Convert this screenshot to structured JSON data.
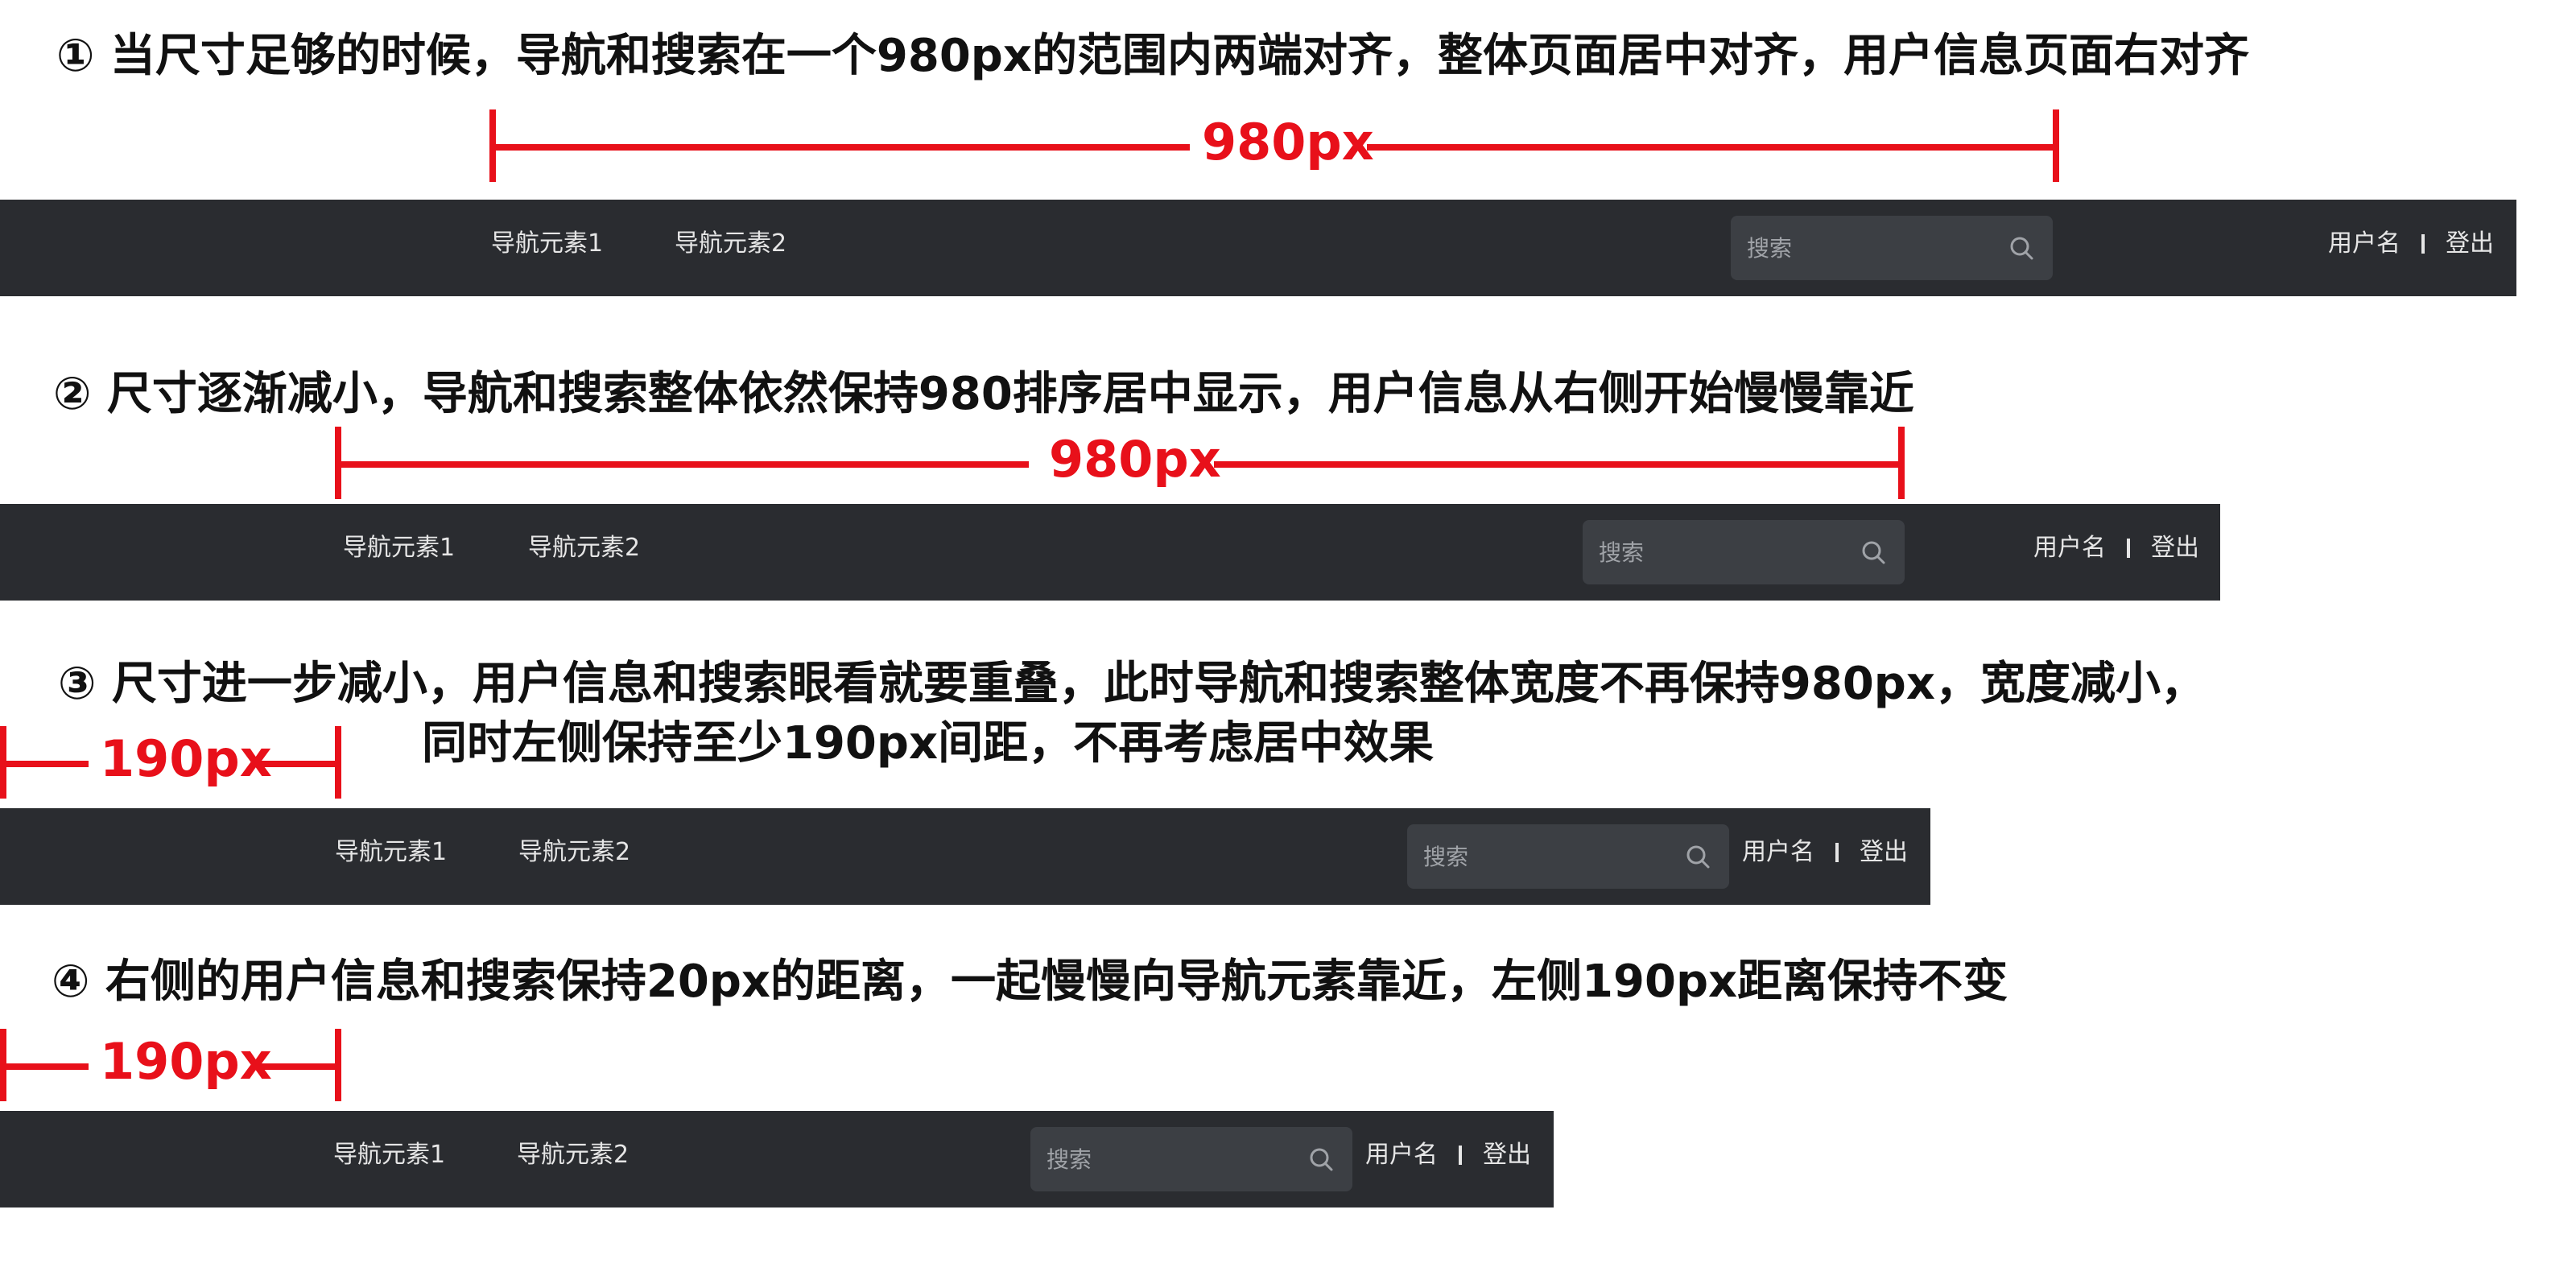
{
  "steps": [
    {
      "text": "① 当尺寸足够的时候，导航和搜索在一个980px的范围内两端对齐，整体页面居中对齐，用户信息页面右对齐",
      "measure": "980px"
    },
    {
      "text": "② 尺寸逐渐减小，导航和搜索整体依然保持980排序居中显示，用户信息从右侧开始慢慢靠近",
      "measure": "980px"
    },
    {
      "text_line1": "③ 尺寸进一步减小，用户信息和搜索眼看就要重叠，此时导航和搜索整体宽度不再保持980px，宽度减小，",
      "text_line2": "同时左侧保持至少190px间距，不再考虑居中效果",
      "measure": "190px"
    },
    {
      "text": "④ 右侧的用户信息和搜索保持20px的距离，一起慢慢向导航元素靠近，左侧190px距离保持不变",
      "measure": "190px"
    }
  ],
  "navbar": {
    "nav_items": [
      "导航元素1",
      "导航元素2"
    ],
    "search_placeholder": "搜索",
    "search_icon": "search-icon",
    "username": "用户名",
    "logout": "登出"
  },
  "colors": {
    "annotation_red": "#e8101a",
    "navbar_bg": "#2a2c30",
    "search_bg": "#3c3f44",
    "nav_text": "#e6e6e6"
  }
}
